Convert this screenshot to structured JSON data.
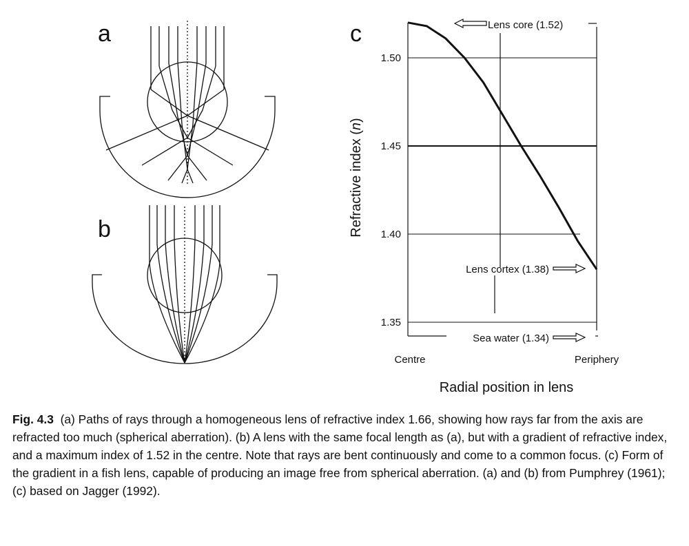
{
  "panels": {
    "a": "a",
    "b": "b",
    "c": "c"
  },
  "chart_data": {
    "type": "line",
    "ylabel": "Refractive index (n)",
    "ylabel_main": "Refractive index (",
    "ylabel_var": "n",
    "ylabel_close": ")",
    "xlabel": "Radial position in lens",
    "x_categories": [
      "Centre",
      "Periphery"
    ],
    "yticks": [
      "1.35",
      "1.40",
      "1.45",
      "1.50"
    ],
    "ylim": [
      1.345,
      1.52
    ],
    "series": [
      {
        "x": [
          0,
          0.1,
          0.2,
          0.3,
          0.4,
          0.5,
          0.6,
          0.7,
          0.8,
          0.9,
          1.0
        ],
        "y": [
          1.52,
          1.518,
          1.511,
          1.5,
          1.486,
          1.468,
          1.45,
          1.433,
          1.415,
          1.396,
          1.38
        ]
      }
    ],
    "annotations": {
      "core": "Lens core (1.52)",
      "cortex": "Lens cortex (1.38)",
      "water": "Sea water (1.34)"
    }
  },
  "caption": {
    "lead": "Fig. 4.3",
    "text": "(a) Paths of rays through a homogeneous lens of refractive index 1.66, showing how rays far from the axis are refracted too much (spherical aberration). (b) A lens with the same focal length as (a), but with a gradient of refractive index, and a maximum index of 1.52 in the centre. Note that rays are bent continuously and come to a common focus. (c) Form of the gradient in a fish lens, capable of producing an image free from spherical aberration. (a) and (b) from Pumphrey (1961); (c) based on Jagger (1992)."
  }
}
